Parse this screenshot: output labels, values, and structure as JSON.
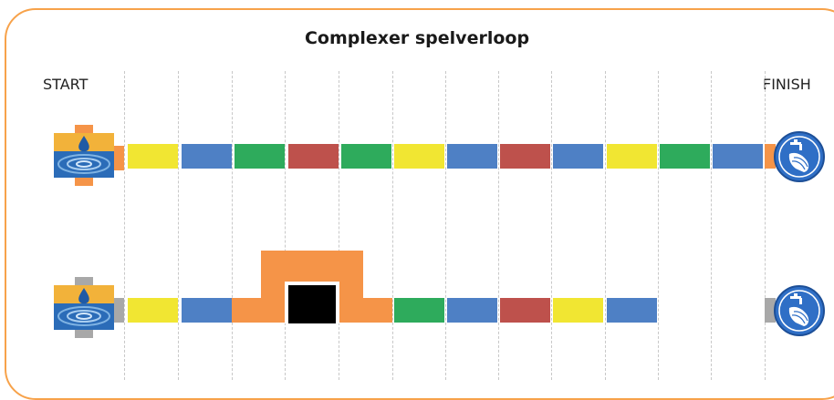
{
  "title": "Complexer spelverloop",
  "labels": {
    "start": "START",
    "finish": "FINISH"
  },
  "colors": {
    "frame": "#f7a24a",
    "yellow": "#f1e632",
    "blue": "#4e80c5",
    "green": "#2eab5c",
    "red": "#be514c",
    "orange": "#f59448",
    "black": "#000000",
    "gray": "#a8a8a8",
    "finish_icon_bg": "#2f6fc6"
  },
  "paths": {
    "complete": [
      "yellow",
      "blue",
      "green",
      "red",
      "green",
      "yellow",
      "blue",
      "red",
      "blue",
      "yellow",
      "green",
      "blue"
    ],
    "incomplete": [
      "yellow",
      "blue",
      "orange-bridge",
      "green",
      "blue",
      "red",
      "yellow",
      "blue"
    ]
  },
  "icons": {
    "start": "faucet-icon",
    "finish": "handwash-icon"
  }
}
